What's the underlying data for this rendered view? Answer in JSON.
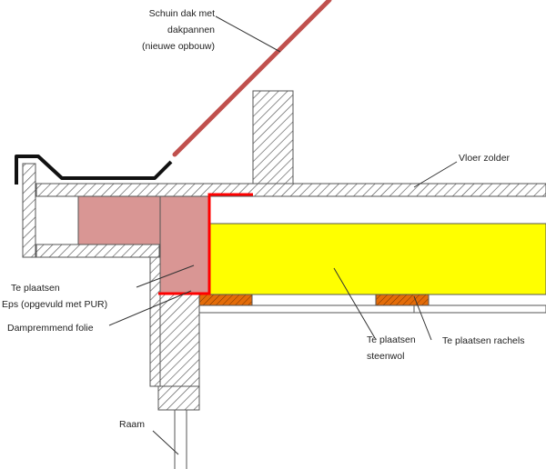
{
  "labels": {
    "roof": [
      "Schuin dak met",
      "dakpannen",
      "(nieuwe opbouw)"
    ],
    "floor": "Vloer zolder",
    "eps": [
      "Te plaatsen",
      "Eps (opgevuld met PUR)"
    ],
    "vapor": "Dampremmend folie",
    "window": "Raam",
    "wool": [
      "Te plaatsen",
      "steenwol"
    ],
    "battens": "Te plaatsen rachels"
  },
  "colors": {
    "roof_line": "#c0504d",
    "vapor_barrier": "#ff0000",
    "eps_fill": "#d99694",
    "wool_fill": "#ffff00",
    "batten_fill": "#e36c09",
    "outline": "#555555",
    "gutter": "#111111"
  }
}
